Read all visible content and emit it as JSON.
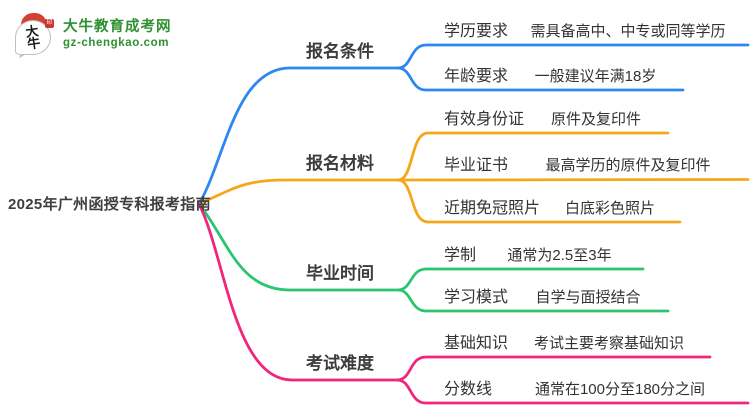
{
  "brand": {
    "name": "大牛教育成考网",
    "domain": "gz-chengkao.com",
    "logo_text": "大牛",
    "logo_seal": "印",
    "green": "#2f9032",
    "red": "#d43f34"
  },
  "root": {
    "title": "2025年广州函授专科报考指南"
  },
  "text_color": "#3c3c3c",
  "branches": [
    {
      "label": "报名条件",
      "color": "#2d87f0",
      "children": [
        {
          "label": "学历要求",
          "value": "需具备高中、中专或同等学历"
        },
        {
          "label": "年龄要求",
          "value": "一般建议年满18岁"
        }
      ]
    },
    {
      "label": "报名材料",
      "color": "#f5a71b",
      "children": [
        {
          "label": "有效身份证",
          "value": "原件及复印件"
        },
        {
          "label": "毕业证书",
          "value": "最高学历的原件及复印件"
        },
        {
          "label": "近期免冠照片",
          "value": "白底彩色照片"
        }
      ]
    },
    {
      "label": "毕业时间",
      "color": "#2bc56f",
      "children": [
        {
          "label": "学制",
          "value": "通常为2.5至3年"
        },
        {
          "label": "学习模式",
          "value": "自学与面授结合"
        }
      ]
    },
    {
      "label": "考试难度",
      "color": "#f0267c",
      "children": [
        {
          "label": "基础知识",
          "value": "考试主要考察基础知识"
        },
        {
          "label": "分数线",
          "value": "通常在100分至180分之间"
        }
      ]
    }
  ]
}
